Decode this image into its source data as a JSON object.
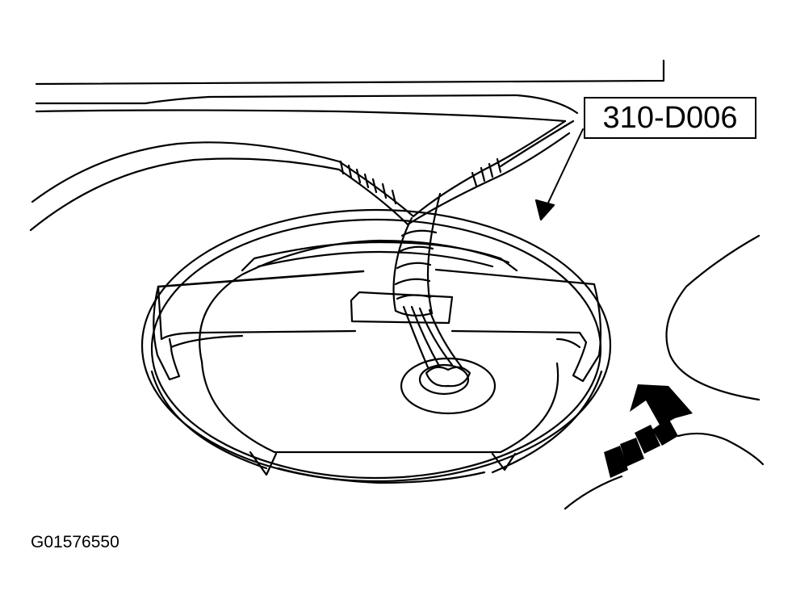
{
  "callout": {
    "label": "310-D006"
  },
  "figure": {
    "id": "G01576550"
  },
  "colors": {
    "ink": "#000000",
    "paper": "#ffffff"
  },
  "icons": [
    "direction-arrow-icon",
    "callout-leader-arrow"
  ]
}
